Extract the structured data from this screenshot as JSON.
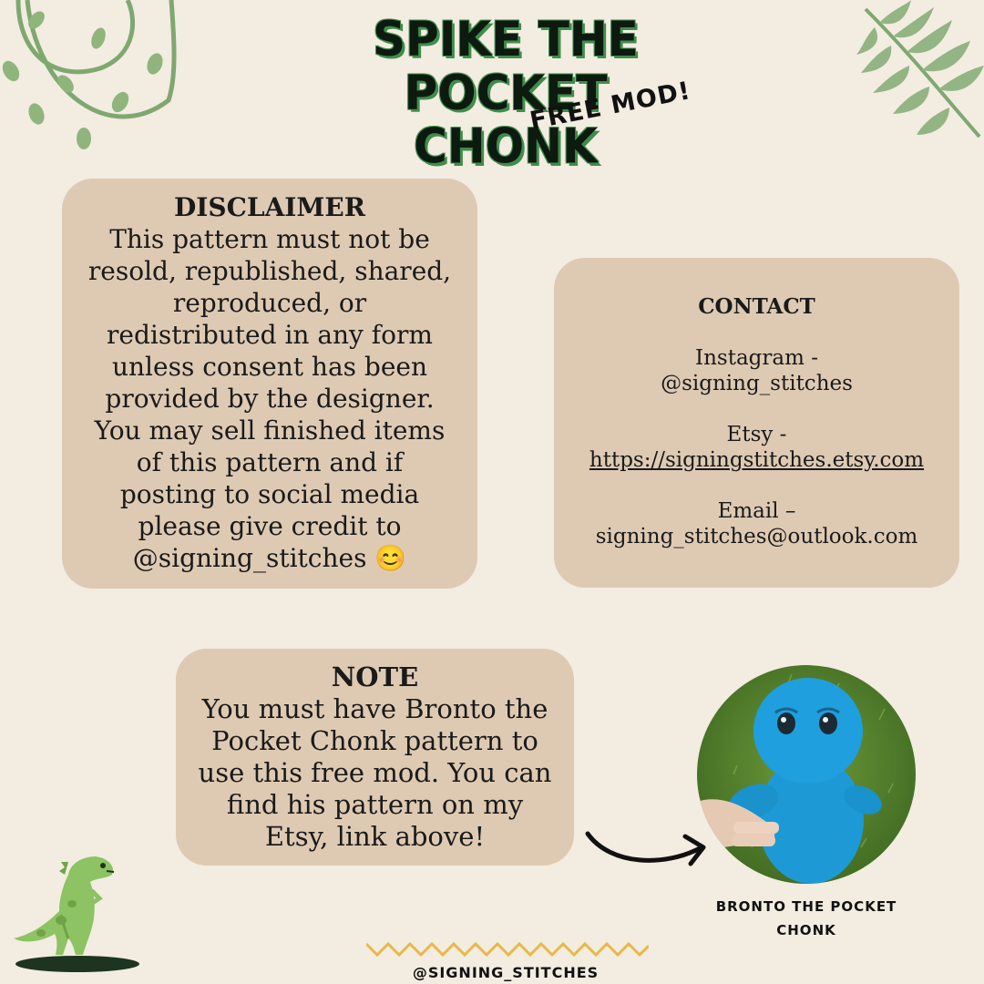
{
  "header": {
    "title_line1": "SPIKE THE POCKET",
    "title_line2": "CHONK",
    "badge": "FREE MOD!"
  },
  "disclaimer": {
    "heading": "DISCLAIMER",
    "lines": [
      "This pattern must not be",
      "resold, republished, shared,",
      "reproduced, or",
      "redistributed in any form",
      "unless consent has been",
      "provided by the designer.",
      "You may sell finished items",
      "of this pattern and if",
      "posting to social media",
      "please give credit to",
      "@signing_stitches 😊"
    ]
  },
  "contact": {
    "heading": "CONTACT",
    "instagram_label": "Instagram -",
    "instagram_value": "@signing_stitches",
    "etsy_label": "Etsy -",
    "etsy_value": "https://signingstitches.etsy.com",
    "email_label": "Email –",
    "email_value": "signing_stitches@outlook.com"
  },
  "note": {
    "heading": "NOTE",
    "lines": [
      "You must have Bronto the",
      "Pocket Chonk pattern to",
      "use this free mod. You can",
      "find his pattern on my",
      "Etsy, link above!"
    ]
  },
  "photo": {
    "caption_line1": "BRONTO THE POCKET",
    "caption_line2": "CHONK"
  },
  "footer": {
    "handle": "@SIGNING_STITCHES"
  },
  "colors": {
    "background": "#f3ece1",
    "card": "#decab3",
    "title_outline": "#3f8d4a",
    "leaf_green": "#7fa870",
    "dino_green": "#8dc363",
    "wave_gold": "#e8b84a",
    "plush_blue": "#1d9ad6"
  },
  "icons": [
    "vine-decoration",
    "palm-leaf-decoration",
    "dinosaur-illustration",
    "arrow-icon",
    "zigzag-divider"
  ]
}
